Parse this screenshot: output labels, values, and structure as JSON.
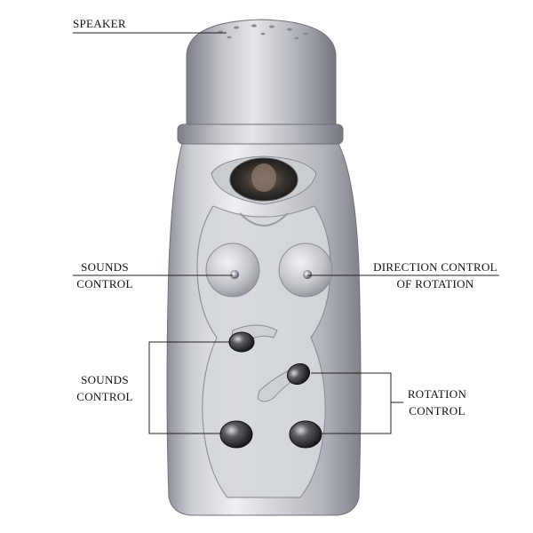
{
  "callouts": {
    "speaker": {
      "text": "SPEAKER"
    },
    "sounds_top": {
      "line1": "SOUNDS",
      "line2": "CONTROL"
    },
    "direction": {
      "line1": "DIRECTION CONTROL",
      "line2": "OF ROTATION"
    },
    "sounds_lower": {
      "line1": "SOUNDS",
      "line2": "CONTROL"
    },
    "rotation": {
      "line1": "ROTATION",
      "line2": "CONTROL"
    }
  },
  "colors": {
    "body_light": "#e8e9ec",
    "body_mid": "#b9bcc2",
    "body_dark": "#7d8087",
    "button_dark": "#2a2a2e",
    "line": "#222222"
  }
}
